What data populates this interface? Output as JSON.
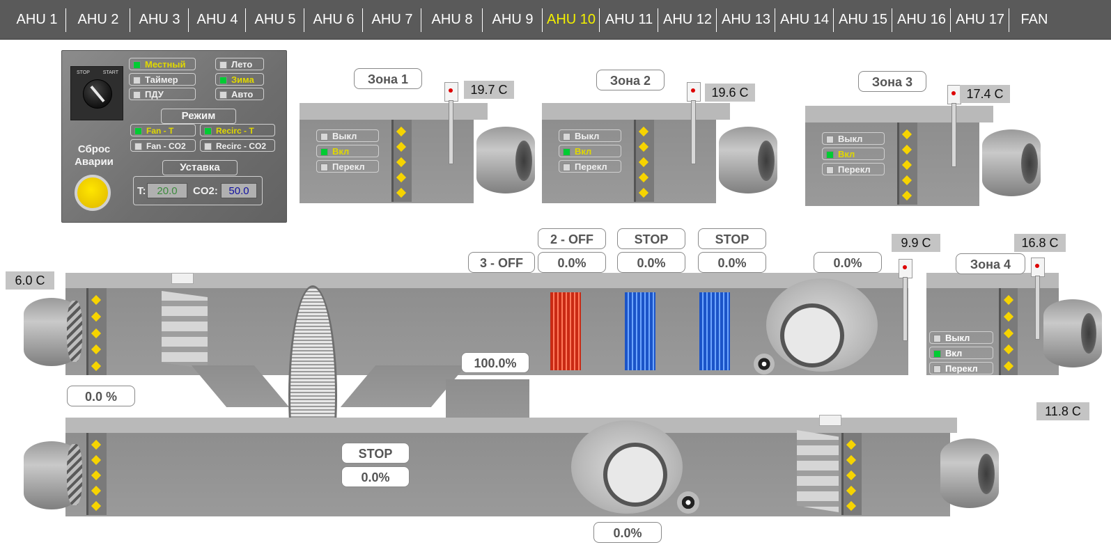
{
  "tabs": [
    {
      "label": "AHU 1"
    },
    {
      "label": "AHU 2"
    },
    {
      "label": "AHU 3"
    },
    {
      "label": "AHU 4"
    },
    {
      "label": "AHU 5"
    },
    {
      "label": "AHU 6"
    },
    {
      "label": "AHU 7"
    },
    {
      "label": "AHU 8"
    },
    {
      "label": "AHU 9"
    },
    {
      "label": "AHU 10"
    },
    {
      "label": "AHU 11"
    },
    {
      "label": "AHU 12"
    },
    {
      "label": "AHU 13"
    },
    {
      "label": "AHU 14"
    },
    {
      "label": "AHU 15"
    },
    {
      "label": "AHU 16"
    },
    {
      "label": "AHU 17"
    },
    {
      "label": "FAN"
    }
  ],
  "active_tab": "AHU 10",
  "colors": {
    "active_tab": "#f3f000",
    "checked": "#00cc33",
    "heater": "#c92a14",
    "cooler": "#1b54c8",
    "reset": "#ffe600"
  },
  "control": {
    "knob_stop": "STOP",
    "knob_start": "START",
    "source": {
      "local": "Местный",
      "timer": "Таймер",
      "remote": "ПДУ"
    },
    "season": {
      "summer": "Лето",
      "winter": "Зима",
      "auto": "Авто"
    },
    "mode_title": "Режим",
    "mode": {
      "fan_t": "Fan - T",
      "recirc_t": "Recirc - T",
      "fan_co2": "Fan - CO2",
      "recirc_co2": "Recirc - CO2"
    },
    "reset_label_1": "Сброс",
    "reset_label_2": "Аварии",
    "setpoint_title": "Уставка",
    "t_label": "T:",
    "t_value": "20.0",
    "co2_label": "CO2:",
    "co2_value": "50.0"
  },
  "zone_ctl": {
    "off": "Выкл",
    "on": "Вкл",
    "switch": "Перекл"
  },
  "zones": [
    {
      "name": "Зона 1",
      "temp": "19.7 C"
    },
    {
      "name": "Зона 2",
      "temp": "19.6 C"
    },
    {
      "name": "Зона 3",
      "temp": "17.4 C"
    },
    {
      "name": "Зона 4",
      "temp": "16.8 C"
    }
  ],
  "main": {
    "outdoor_temp": "6.0 C",
    "supply_temp": "9.9 C",
    "exhaust_temp": "11.8 C",
    "intake_damper": "0.0 %",
    "heater_stage": "3 - OFF",
    "heater_stage2": "2 - OFF",
    "heater_value": "0.0%",
    "cooler1_status": "STOP",
    "cooler1_value": "0.0%",
    "cooler2_status": "STOP",
    "cooler2_value": "0.0%",
    "supply_fan_value": "0.0%",
    "recirc_damper": "100.0%",
    "wheel_status": "STOP",
    "wheel_value": "0.0%",
    "exhaust_fan_value": "0.0%"
  }
}
